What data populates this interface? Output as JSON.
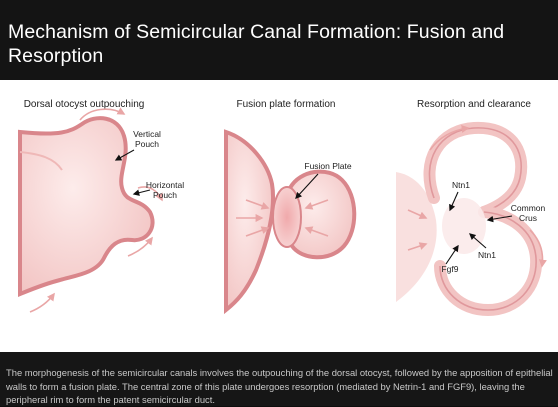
{
  "title": "Mechanism of Semicircular Canal Formation: Fusion and Resorption",
  "panels": [
    {
      "heading": "Dorsal otocyst outpouching",
      "labels": {
        "vertical_pouch": [
          "Vertical",
          "Pouch"
        ],
        "horizontal_pouch": [
          "Horizontal",
          "Pouch"
        ]
      }
    },
    {
      "heading": "Fusion plate formation",
      "labels": {
        "fusion_plate": "Fusion Plate"
      }
    },
    {
      "heading": "Resorption and clearance",
      "labels": {
        "ntn1_top": "Ntn1",
        "common_crus": [
          "Common",
          "Crus"
        ],
        "ntn1_bottom": "Ntn1",
        "fgf9": "Fgf9"
      }
    }
  ],
  "caption": "The morphogenesis of the semicircular canals involves the outpouching of the dorsal otocyst, followed by the apposition of epithelial walls to form a fusion plate. The central zone of this plate undergoes resorption (mediated by Netrin-1 and FGF9), leaving the peripheral rim to form the patent semicircular duct.",
  "colors": {
    "tissue_fill": "#f7d6d4",
    "tissue_edge": "#d9868b",
    "arrow_soft": "#e9a6a6",
    "text": "#222222"
  }
}
